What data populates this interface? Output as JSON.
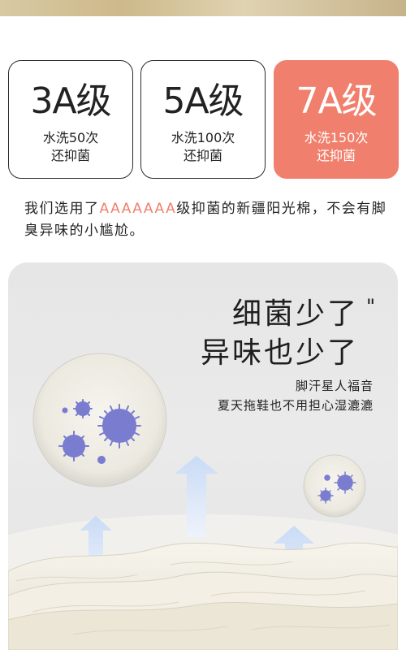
{
  "grades": [
    {
      "title": "3A级",
      "wash": "水洗50次",
      "effect": "还抑菌",
      "highlight": false
    },
    {
      "title": "5A级",
      "wash": "水洗100次",
      "effect": "还抑菌",
      "highlight": false
    },
    {
      "title": "7A级",
      "wash": "水洗150次",
      "effect": "还抑菌",
      "highlight": true
    }
  ],
  "description": {
    "prefix": "我们选用了",
    "highlight": "AAAAAAA",
    "suffix": "级抑菌的新疆阳光棉，不会有脚臭异味的小尴尬。"
  },
  "scene": {
    "headline_1": "细菌少了",
    "quote_mark": "\"",
    "headline_2": "异味也少了",
    "subline_1": "脚汗星人福音",
    "subline_2": "夏天拖鞋也不用担心湿漉漉"
  },
  "colors": {
    "accent": "#f0806d",
    "bacteria": "#7a7ccf",
    "arrow": "#cfe0f8"
  }
}
